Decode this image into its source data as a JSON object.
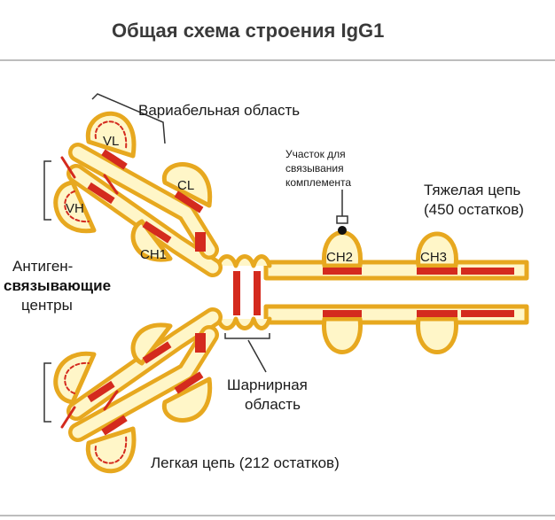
{
  "title": "Общая схема строения IgG1",
  "labels": {
    "variable_region": "Вариабельная область",
    "complement_site": [
      "Участок для",
      "связывания",
      "комплемента"
    ],
    "heavy_chain": [
      "Тяжелая цепь",
      "(450 остатков)"
    ],
    "antigen_binding": [
      "Антиген-",
      "связывающие",
      "центры"
    ],
    "hinge_region": [
      "Шарнирная",
      "область"
    ],
    "light_chain": "Легкая цепь (212 остатков)"
  },
  "domains": {
    "vl": "VL",
    "cl": "CL",
    "vh": "VH",
    "ch1": "CH1",
    "ch2": "CH2",
    "ch3": "CH3"
  },
  "colors": {
    "chain_fill": "#fff6c8",
    "chain_border": "#e7a81f",
    "disulfide": "#d42a1e",
    "text": "#1a1a1a"
  }
}
